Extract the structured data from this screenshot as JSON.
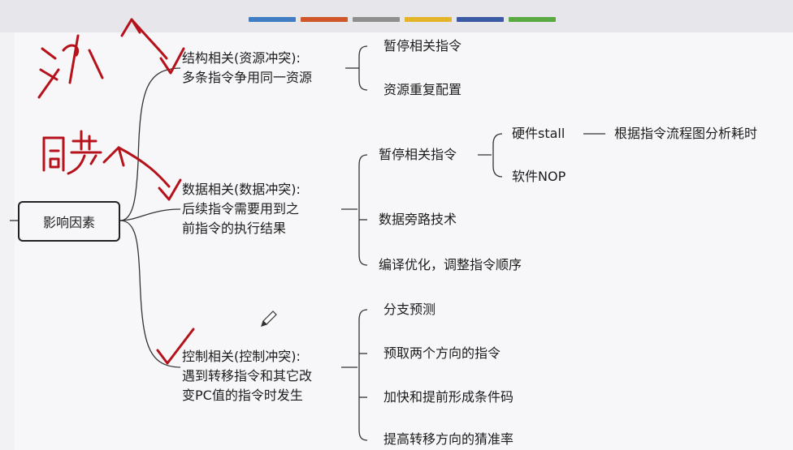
{
  "tab_colors": [
    "#3f7ec2",
    "#d0572a",
    "#8f8f8f",
    "#e4b528",
    "#3a5ba3",
    "#5aaa43"
  ],
  "accent": "#b5121b",
  "root": {
    "label": "影响因素"
  },
  "branches": [
    {
      "lines": [
        "结构相关(资源冲突):",
        "多条指令争用同一资源"
      ],
      "children": [
        "暂停相关指令",
        "资源重复配置"
      ]
    },
    {
      "lines": [
        "数据相关(数据冲突):",
        "后续指令需要用到之",
        "前指令的执行结果"
      ],
      "children": [
        "暂停相关指令",
        "数据旁路技术",
        "编译优化，调整指令顺序"
      ],
      "sub": [
        "硬件stall",
        "软件NOP"
      ],
      "detail": "根据指令流程图分析耗时"
    },
    {
      "lines": [
        "控制相关(控制冲突):",
        "遇到转移指令和其它改",
        "变PC值的指令时发生"
      ],
      "children": [
        "分支预测",
        "预取两个方向的指令",
        "加快和提前形成条件码",
        "提高转移方向的猜准率"
      ]
    }
  ]
}
